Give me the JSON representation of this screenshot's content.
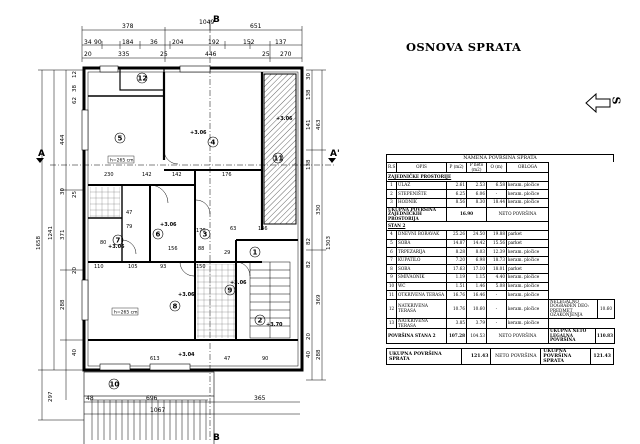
{
  "title": "OSNOVA SPRATA",
  "north": {
    "label": "S",
    "icon": "north-arrow-icon"
  },
  "drawing": {
    "top_dims_row1": [
      "378",
      "1049",
      "651"
    ],
    "top_dims_row2": [
      "34",
      "90",
      "184",
      "36",
      "204",
      "192",
      "152",
      "137"
    ],
    "top_dims_row3": [
      "20",
      "335",
      "25",
      "446",
      "25",
      "270"
    ],
    "left_dims_outer": [
      "1658",
      "1241",
      "297"
    ],
    "left_dims_mid": [
      "444",
      "30",
      "371",
      "288"
    ],
    "left_dims_inner": [
      "12",
      "38",
      "62",
      "25",
      "20",
      "40"
    ],
    "right_dims_outer": [
      "1303"
    ],
    "right_dims_mid": [
      "463",
      "330",
      "369",
      "288"
    ],
    "right_dims_inner": [
      "30",
      "138",
      "141",
      "138",
      "82",
      "82",
      "20",
      "40"
    ],
    "inner_dims": [
      "230",
      "142",
      "142",
      "176",
      "63",
      "146",
      "170",
      "80",
      "47",
      "79",
      "29",
      "156",
      "88",
      "150",
      "105",
      "110",
      "93",
      "613",
      "47",
      "90"
    ],
    "bottom_dims": [
      "48",
      "696",
      "365",
      "1067"
    ],
    "section_marks": {
      "a": "A",
      "a_prime": "A'",
      "b": "B",
      "b_prime": "B"
    },
    "room_numbers": [
      "1",
      "2",
      "3",
      "4",
      "5",
      "6",
      "7",
      "8",
      "9",
      "10",
      "11",
      "12"
    ],
    "heights": [
      "+3.06",
      "+3.06",
      "+3.06",
      "+3.06",
      "+3.06",
      "+3.06",
      "+3.04",
      "+3.70"
    ],
    "tags": [
      "h=265 cm",
      "h=265 cm"
    ]
  },
  "table": {
    "caption": "NAMENA POVRŠINA SPRATA",
    "headers": [
      "R.S",
      "OPIS",
      "P (m2)",
      "P neto (m2)",
      "O (m)",
      "OBLOGA"
    ],
    "section1": "ZAJEDNIČKE PROSTORIJE",
    "rows1": [
      [
        "1",
        "ULAZ",
        "2.61",
        "2.53",
        "6.58",
        "keram. pločice"
      ],
      [
        "2",
        "STEPENIŠTE",
        "6.25",
        "6.06",
        "-",
        "keram. pločice"
      ],
      [
        "3",
        "HODNIK",
        "8.56",
        "8.30",
        "18.44",
        "keram. pločice"
      ]
    ],
    "sum1": [
      "UKUPNA POVRŠINA ZAJEDNIČKIH PROSTORIJA",
      "16.90",
      "NETO POVRŠINA"
    ],
    "section2": "STAN 2",
    "rows2": [
      [
        "4",
        "DNEVNI BORAVAK",
        "25.26",
        "24.50",
        "19.88",
        "parket"
      ],
      [
        "5",
        "SOBA",
        "14.87",
        "14.42",
        "15.56",
        "parket"
      ],
      [
        "6",
        "TRPEZARIJA",
        "8.28",
        "8.03",
        "12.39",
        "keram. pločice"
      ],
      [
        "7",
        "KUPATILO",
        "7.20",
        "6.98",
        "18.73",
        "keram. pločice"
      ],
      [
        "8",
        "SOBA",
        "17.63",
        "17.10",
        "18.01",
        "parket"
      ],
      [
        "9",
        "SMIVAONIK",
        "1.19",
        "1.15",
        "4.40",
        "keram. pločice"
      ],
      [
        "10",
        "WC",
        "1.51",
        "1.46",
        "5.08",
        "keram. pločice"
      ],
      [
        "11",
        "OTKRIVENA TERASA",
        "16.76",
        "16.46",
        "-",
        "keram. pločice"
      ],
      [
        "12",
        "NATKRIVENA TERASA",
        "10.76",
        "10.60",
        "-",
        "keram. pločice"
      ],
      [
        "13",
        "NATKRIVENA TERASA",
        "3.85",
        "3.79",
        "-",
        "keram. pločice"
      ]
    ],
    "side_note": "NELEGALNO DOGRAĐEN DEO: PREDMET OZAKONJENJA",
    "side_value": "10.60",
    "sum2_label": "POVRŠINA STANA 2",
    "sum2_p": "107.28",
    "sum2_neto": "104.53",
    "sum2_note": "NETO POVRŠINA",
    "sum2_side_label": "UKUPNA NETO LEGALNA POVRŠINA",
    "sum2_side_value": "110.83",
    "total_label": "UKUPNA POVRŠINA SPRATA",
    "total_value": "121.43",
    "total_note": "NETO POVRŠINA",
    "total_side_label": "UKUPNA POVRŠINA SPRATA",
    "total_side_value": "121.43"
  }
}
